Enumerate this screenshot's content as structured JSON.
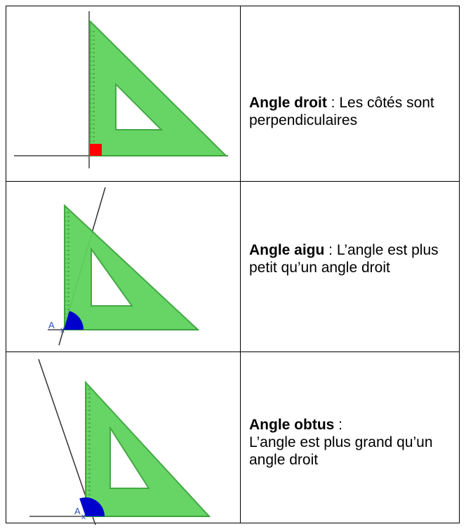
{
  "rows": [
    {
      "title": "Angle droit",
      "separator": " : ",
      "description": "Les côtés sont perpendiculaires",
      "vertex_label": ""
    },
    {
      "title": "Angle aigu",
      "separator": " : ",
      "description": "L’angle est plus petit qu’un angle droit",
      "vertex_label": "A"
    },
    {
      "title": "Angle obtus",
      "separator": " :",
      "description": "L’angle est plus grand qu’un angle droit",
      "vertex_label": "A"
    }
  ],
  "colors": {
    "set_square": "#5ed35e",
    "set_square_edge": "#3aa43a",
    "right_angle_mark": "#ff0000",
    "angle_mark": "#0000cc",
    "label": "#2b4fb8",
    "border": "#000000"
  }
}
